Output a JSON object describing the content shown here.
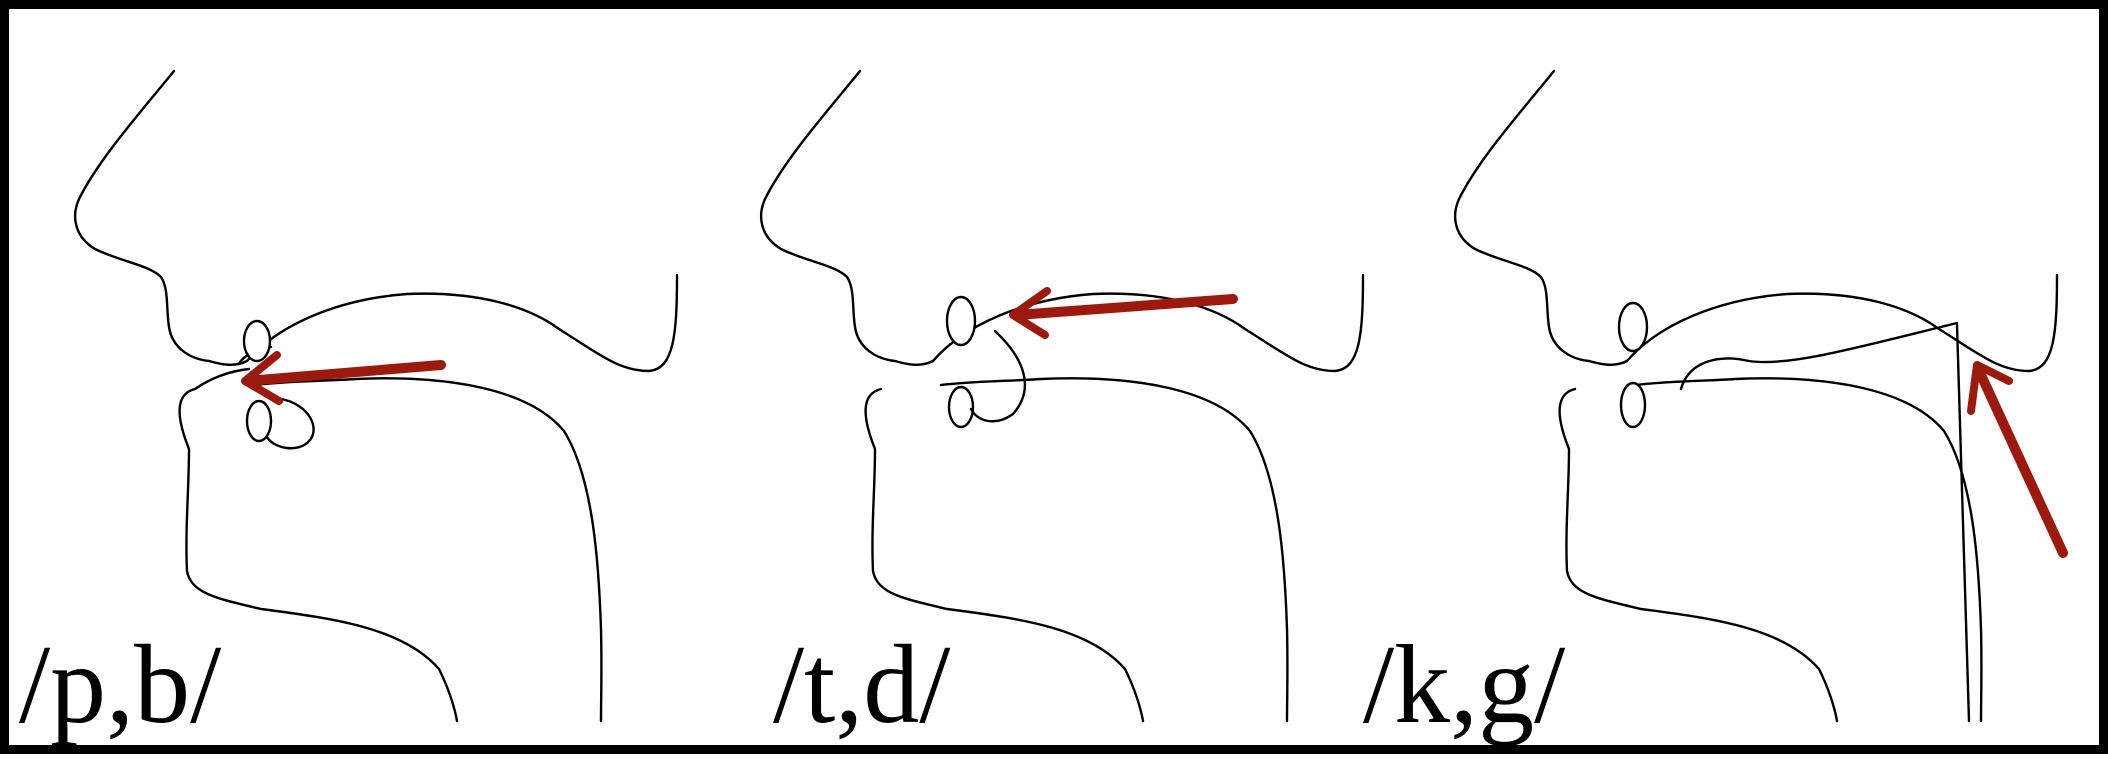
{
  "panels": [
    {
      "label": "/p,b/"
    },
    {
      "label": "/t,d/"
    },
    {
      "label": "/k,g/"
    }
  ],
  "colors": {
    "arrow": "#9b1a0d",
    "outline": "#000000",
    "border": "#000000"
  }
}
